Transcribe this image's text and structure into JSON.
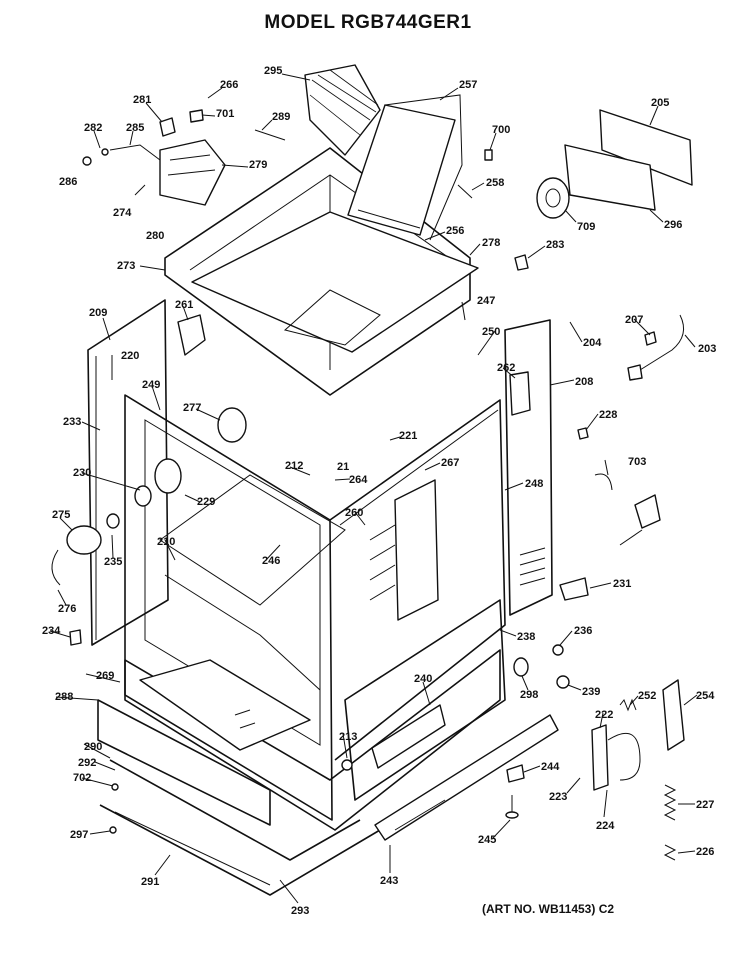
{
  "title": "MODEL RGB744GER1",
  "art_number": "(ART NO. WB11453) C2",
  "part_labels": [
    "295",
    "257",
    "281",
    "266",
    "701",
    "289",
    "282",
    "285",
    "279",
    "700",
    "205",
    "286",
    "258",
    "274",
    "709",
    "296",
    "280",
    "256",
    "278",
    "283",
    "273",
    "261",
    "247",
    "209",
    "250",
    "204",
    "207",
    "220",
    "262",
    "208",
    "203",
    "249",
    "277",
    "228",
    "233",
    "221",
    "212",
    "21",
    "264",
    "267",
    "703",
    "230",
    "248",
    "229",
    "260",
    "275",
    "210",
    "246",
    "231",
    "235",
    "276",
    "234",
    "238",
    "236",
    "269",
    "288",
    "240",
    "298",
    "239",
    "252",
    "254",
    "222",
    "290",
    "213",
    "244",
    "292",
    "702",
    "223",
    "224",
    "227",
    "297",
    "245",
    "291",
    "243",
    "226",
    "293"
  ]
}
